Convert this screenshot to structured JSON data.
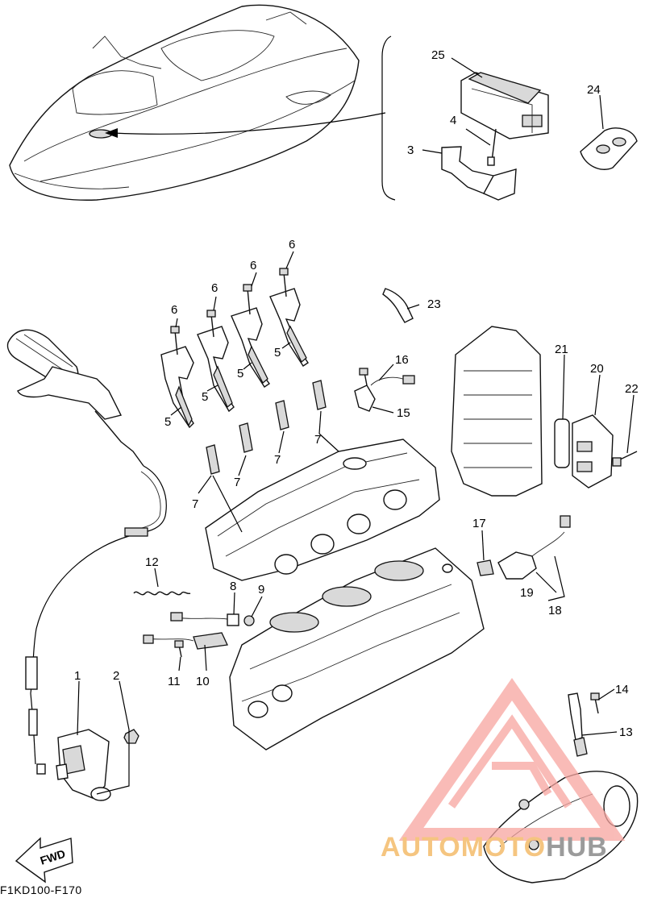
{
  "diagram": {
    "code": "F1KD100-F170",
    "fwd_label": "FWD",
    "watermark": {
      "part1": "AUTOMOTO",
      "part2": "HUB",
      "color1": "#f5c580",
      "color2": "#9b9b9b",
      "triangle_color": "#f7a5a0"
    },
    "callouts": {
      "c1": "1",
      "c2": "2",
      "c3": "3",
      "c4": "4",
      "c5a": "5",
      "c5b": "5",
      "c5c": "5",
      "c5d": "5",
      "c6a": "6",
      "c6b": "6",
      "c6c": "6",
      "c6d": "6",
      "c7a": "7",
      "c7b": "7",
      "c7c": "7",
      "c7d": "7",
      "c8": "8",
      "c9": "9",
      "c10": "10",
      "c11": "11",
      "c12": "12",
      "c13": "13",
      "c14": "14",
      "c15": "15",
      "c16": "16",
      "c17": "17",
      "c18": "18",
      "c19": "19",
      "c20": "20",
      "c21": "21",
      "c22": "22",
      "c23": "23",
      "c24": "24",
      "c25": "25"
    }
  }
}
